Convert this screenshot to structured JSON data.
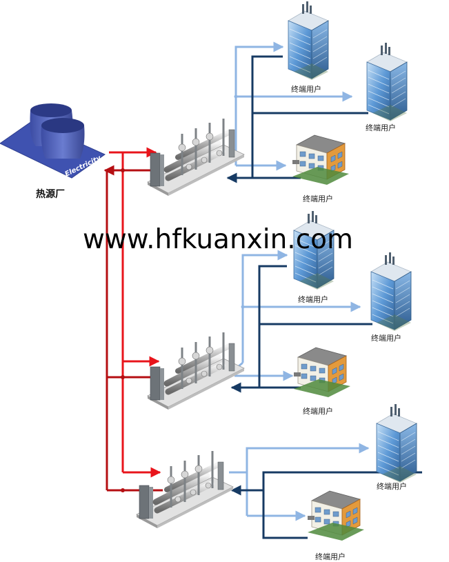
{
  "source": {
    "label": "热源厂",
    "plant_text": "Electricity",
    "icon": "cooling-tower-icon"
  },
  "watermark": "www.hfkuanxin.com",
  "colors": {
    "supply_red": "#e8141b",
    "return_red": "#b50e12",
    "supply_light_blue": "#8fb5e3",
    "return_dark_blue": "#163a63",
    "tower_blue": "#4d5fb8",
    "office_blue": "#5d99d6",
    "house_orange": "#e39a3c"
  },
  "stations": [
    {
      "name": "heat-exchange-station-1",
      "users": [
        {
          "label": "终端用户",
          "icon": "office-building-icon"
        },
        {
          "label": "终端用户",
          "icon": "office-building-icon"
        },
        {
          "label": "终端用户",
          "icon": "residential-house-icon"
        }
      ]
    },
    {
      "name": "heat-exchange-station-2",
      "users": [
        {
          "label": "终端用户",
          "icon": "office-building-icon"
        },
        {
          "label": "终端用户",
          "icon": "office-building-icon"
        },
        {
          "label": "终端用户",
          "icon": "residential-house-icon"
        }
      ]
    },
    {
      "name": "heat-exchange-station-3",
      "users": [
        {
          "label": "终端用户",
          "icon": "office-building-icon"
        },
        {
          "label": "终端用户",
          "icon": "residential-house-icon"
        }
      ]
    }
  ]
}
